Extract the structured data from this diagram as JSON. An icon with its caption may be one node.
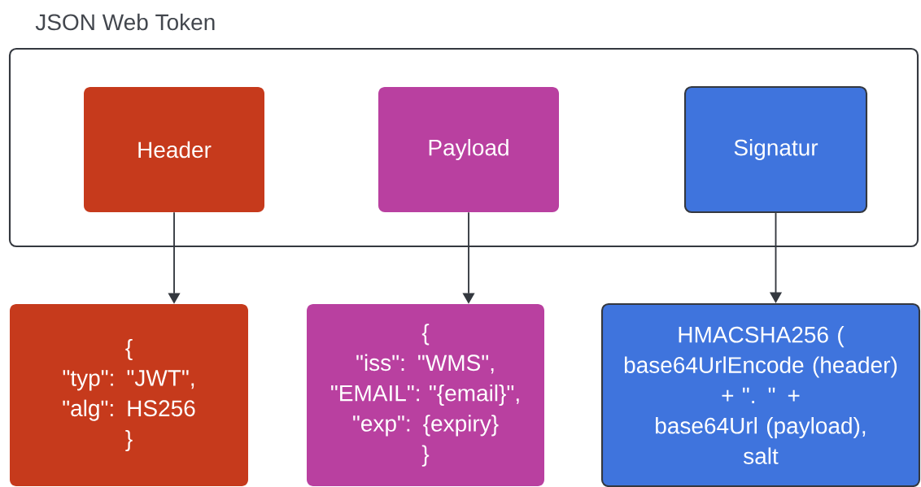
{
  "diagram": {
    "nodes": [
      {
        "text": [
          "JSON Web Token"
        ]
      },
      {
        "text": [
          "Header"
        ],
        "in": 0
      },
      {
        "text": [
          "Payload"
        ],
        "in": 0
      },
      {
        "text": [
          "Signatur"
        ],
        "in": 0
      },
      {
        "text": [
          "{ \"typ\": \"JWT\", \"alg\": HS256 }"
        ]
      },
      {
        "text": [
          "{ \"iss\": \"WMS\", \"EMAIL\": \"{email}\", \"exp\": {expiry} }"
        ]
      },
      {
        "text": [
          "HMACSHA256 ( base64UrlEncode (header) + \". \" + base64Url (payload), salt"
        ]
      }
    ],
    "edges": [
      {
        "from": 1,
        "to": 4,
        "arrow": "to"
      },
      {
        "from": 2,
        "to": 5,
        "arrow": "to"
      },
      {
        "from": 3,
        "to": 6,
        "arrow": "to"
      }
    ]
  }
}
